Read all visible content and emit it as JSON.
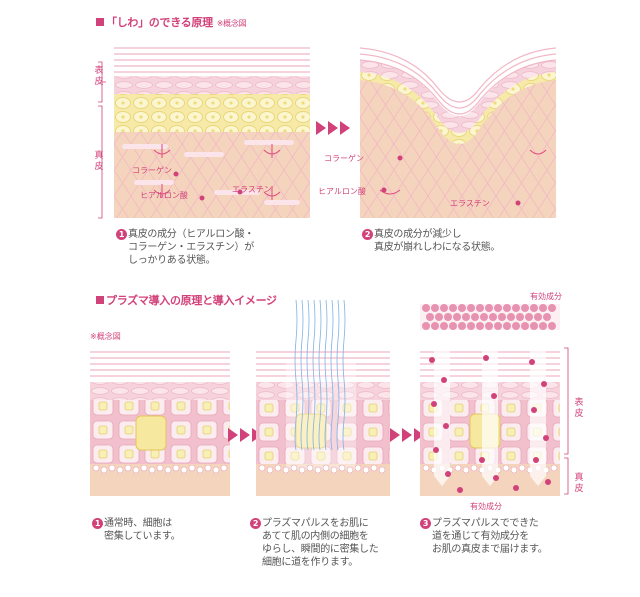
{
  "section1": {
    "title": "「しわ」のできる原理",
    "note": "※概念図",
    "layer_labels": {
      "epidermis": "表皮",
      "dermis": "真皮"
    },
    "panel1": {
      "labels": {
        "collagen": "コラーゲン",
        "elastin": "エラスチン",
        "hyaluronic": "ヒアルロン酸"
      },
      "number": "1",
      "caption": [
        "真皮の成分（ヒアルロン酸・",
        "コラーゲン・エラスチン）が",
        "しっかりある状態。"
      ]
    },
    "panel2": {
      "labels": {
        "collagen": "コラーゲン",
        "hyaluronic": "ヒアルロン酸",
        "elastin": "エラスチン"
      },
      "number": "2",
      "caption": [
        "真皮の成分が減少し",
        "真皮が崩れしわになる状態。"
      ]
    }
  },
  "section2": {
    "title": "プラズマ導入の原理と導入イメージ",
    "note": "※概念図",
    "layer_labels": {
      "epidermis": "表皮",
      "dermis": "真皮"
    },
    "panel1": {
      "number": "1",
      "caption": [
        "通常時、細胞は",
        "密集しています。"
      ]
    },
    "panel2": {
      "number": "2",
      "caption": [
        "プラズマパルスをお肌に",
        "あてて肌の内側の細胞を",
        "ゆらし、瞬間的に密集した",
        "細胞に道を作ります。"
      ]
    },
    "panel3": {
      "number": "3",
      "top_label": "有効成分",
      "bottom_label": "有効成分",
      "caption": [
        "プラズマパルスでできた",
        "道を通じて有効成分を",
        "お肌の真皮まで届けます。"
      ]
    }
  },
  "colors": {
    "accent": "#d2427a",
    "cell_yellow": "#f7eea6",
    "skin_pink": "#f3c6cf",
    "dermis": "#f4d3b9"
  },
  "icons": [
    "triple-arrow-icon",
    "numbered-circle-icon"
  ]
}
